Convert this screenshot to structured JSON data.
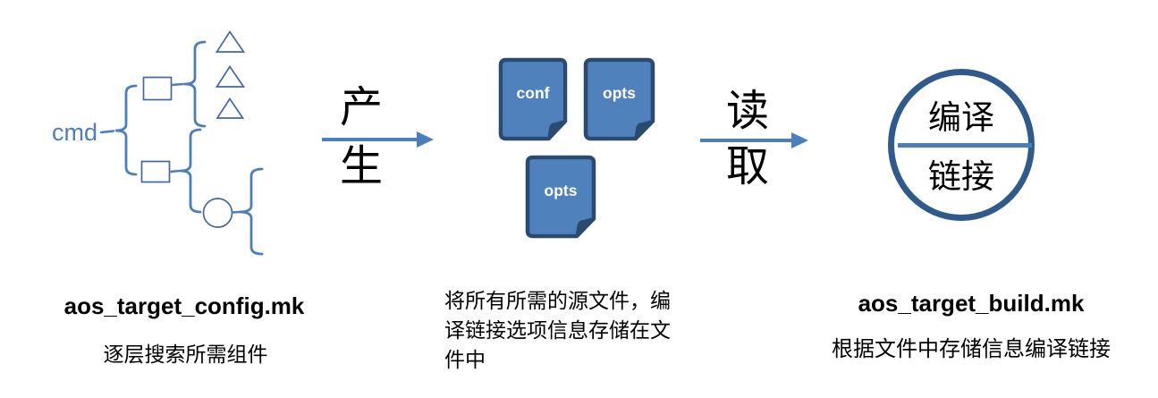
{
  "palette": {
    "line_blue": "#4a7ebc",
    "shape_outline_blue": "#41689f",
    "document_fill": "#4f81bd",
    "document_border": "#2b4a70",
    "process_circle_border": "#2f5a8c",
    "text_color": "#000000"
  },
  "tree": {
    "root_label": "cmd"
  },
  "arrows": [
    {
      "label_top": "产",
      "label_bottom": "生"
    },
    {
      "label_top": "读",
      "label_bottom": "取"
    }
  ],
  "documents": [
    {
      "label": "conf"
    },
    {
      "label": "opts"
    },
    {
      "label": "opts"
    }
  ],
  "process_circle": {
    "top_label": "编译",
    "bottom_label": "链接"
  },
  "captions": {
    "config": {
      "title": "aos_target_config.mk",
      "desc": "逐层搜索所需组件"
    },
    "middle": {
      "desc_lines": {
        "0": "将所有所需的源文件，编",
        "1": "译链接选项信息存储在文",
        "2": "件中"
      }
    },
    "build": {
      "title": "aos_target_build.mk",
      "desc": "根据文件中存储信息编译链接"
    }
  }
}
